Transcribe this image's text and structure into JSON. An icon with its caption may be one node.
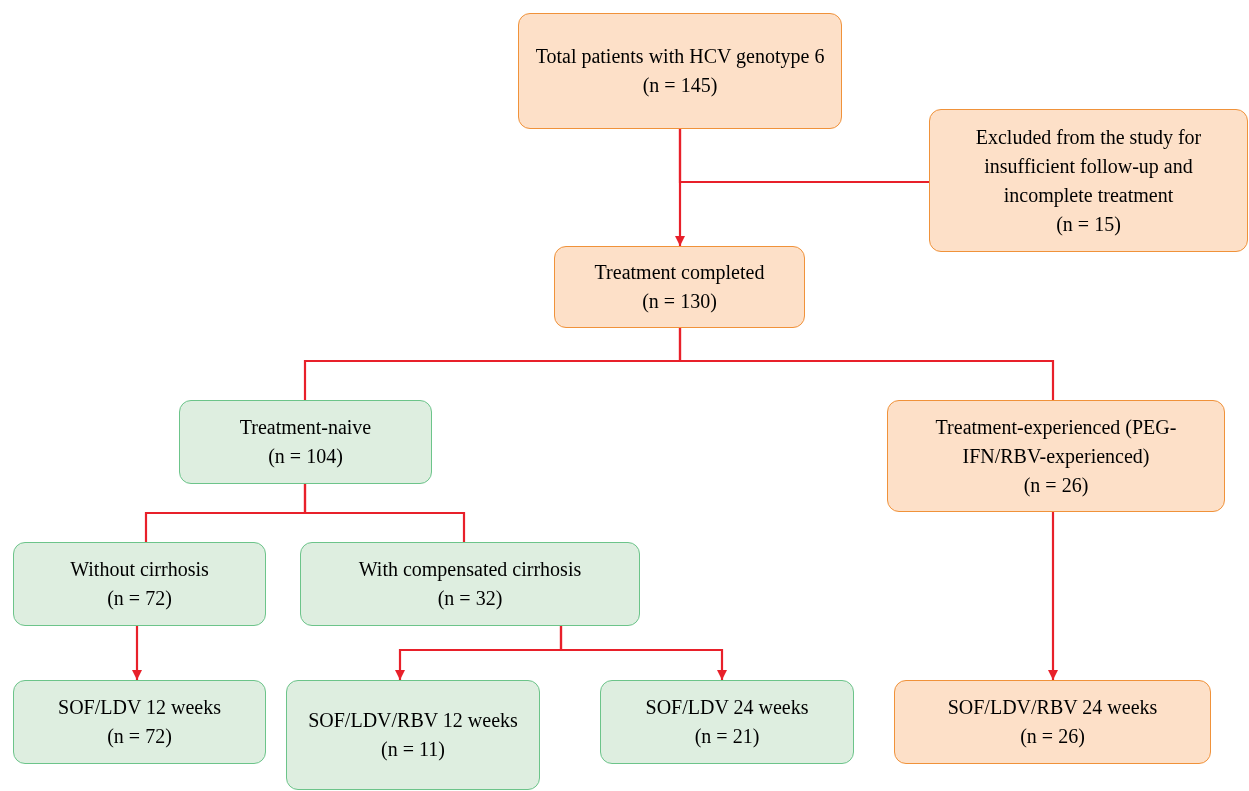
{
  "diagram": {
    "nodes": [
      {
        "text": [
          "Total patients with HCV genotype 6",
          "(n = 145)"
        ]
      },
      {
        "text": [
          "Excluded from the study for insufficient follow-up and incomplete treatment",
          "(n = 15)"
        ]
      },
      {
        "text": [
          "Treatment completed",
          "(n = 130)"
        ]
      },
      {
        "text": [
          "Treatment-naive",
          "(n = 104)"
        ]
      },
      {
        "text": [
          "Treatment-experienced (PEG-IFN/RBV-experienced)",
          "(n = 26)"
        ]
      },
      {
        "text": [
          "Without cirrhosis",
          "(n = 72)"
        ]
      },
      {
        "text": [
          "With compensated cirrhosis",
          "(n = 32)"
        ]
      },
      {
        "text": [
          "SOF/LDV 12 weeks",
          "(n = 72)"
        ]
      },
      {
        "text": [
          "SOF/LDV/RBV 12 weeks",
          "(n = 11)"
        ]
      },
      {
        "text": [
          "SOF/LDV 24 weeks",
          "(n = 21)"
        ]
      },
      {
        "text": [
          "SOF/LDV/RBV 24 weeks",
          "(n = 26)"
        ]
      }
    ],
    "edges": [
      {
        "from": 0,
        "to": 2,
        "arrow": "to"
      },
      {
        "from": 0,
        "to": 1,
        "arrow": "none"
      },
      {
        "from": 2,
        "to": 3,
        "arrow": "none"
      },
      {
        "from": 2,
        "to": 4,
        "arrow": "none"
      },
      {
        "from": 3,
        "to": 5,
        "arrow": "none"
      },
      {
        "from": 3,
        "to": 6,
        "arrow": "none"
      },
      {
        "from": 5,
        "to": 7,
        "arrow": "to"
      },
      {
        "from": 6,
        "to": 8,
        "arrow": "to"
      },
      {
        "from": 6,
        "to": 9,
        "arrow": "to"
      },
      {
        "from": 4,
        "to": 10,
        "arrow": "to"
      }
    ]
  }
}
